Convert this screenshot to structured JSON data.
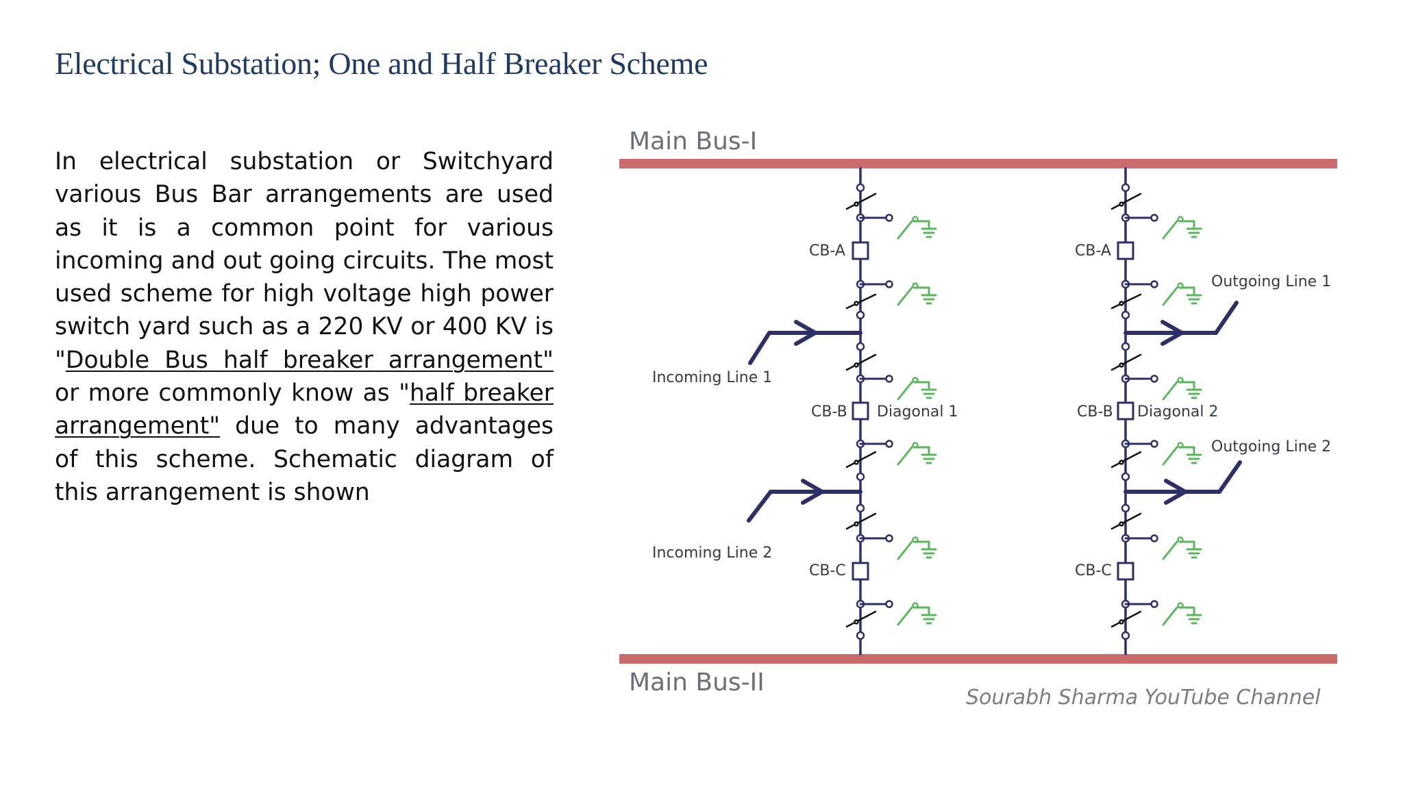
{
  "slide": {
    "title": "Electrical Substation; One and Half Breaker Scheme",
    "paragraph": {
      "part1": "In electrical substation or Switchyard various Bus Bar arrangements are used as it is a common point for various incoming and out going circuits. The most used scheme for high voltage high power switch yard such as a 220 KV or 400 KV is \"",
      "link1": "Double Bus half breaker arrangement\"",
      "part2": " or more commonly know as \"",
      "link2": "half breaker arrangement\"",
      "part3": " due to many advantages of this scheme. Schematic diagram of this arrangement is shown"
    }
  },
  "diagram": {
    "bus_top": "Main Bus-I",
    "bus_bottom": "Main Bus-II",
    "credit": "Sourabh Sharma YouTube Channel",
    "left_bay": {
      "cb_a": "CB-A",
      "cb_b": "CB-B",
      "cb_c": "CB-C",
      "diagonal": "Diagonal 1",
      "line_1": "Incoming Line 1",
      "line_2": "Incoming Line 2"
    },
    "right_bay": {
      "cb_a": "CB-A",
      "cb_b": "CB-B",
      "cb_c": "CB-C",
      "diagonal": "Diagonal 2",
      "line_1": "Outgoing Line 1",
      "line_2": "Outgoing Line 2"
    },
    "colors": {
      "bus": "#c96b6b",
      "line_stroke": "#2e2f66",
      "earth_switch": "#5ab65a",
      "title": "#1f3b63"
    }
  }
}
